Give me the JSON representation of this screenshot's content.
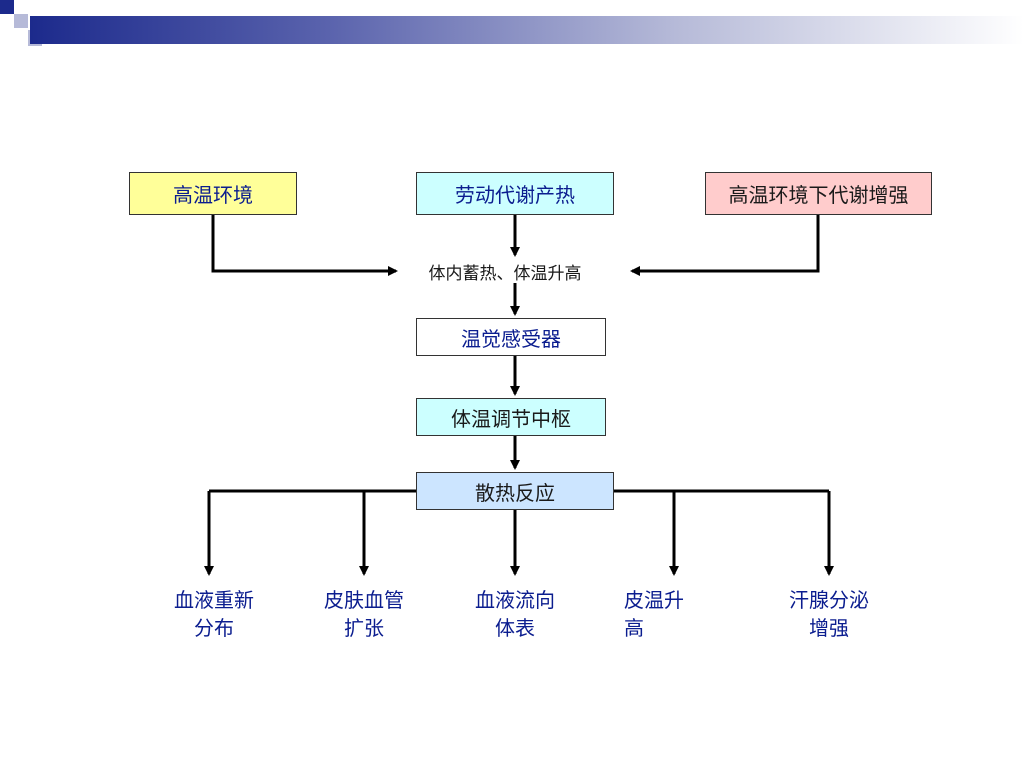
{
  "nodes": {
    "high_temp_env": "高温环境",
    "labor_metabolism": "劳动代谢产热",
    "metabolism_increase": "高温环境下代谢增强",
    "heat_storage": "体内蓄热、体温升高",
    "thermoreceptor": "温觉感受器",
    "thermo_center": "体温调节中枢",
    "heat_dissipation": "散热反应"
  },
  "responses": [
    {
      "line1": "血液重新",
      "line2": "分布"
    },
    {
      "line1": "皮肤血管",
      "line2": "扩张"
    },
    {
      "line1": "血液流向",
      "line2": "体表"
    },
    {
      "line1": "皮温升",
      "line2": "高"
    },
    {
      "line1": "汗腺分泌",
      "line2": "增强"
    }
  ],
  "colors": {
    "yellow_fill": "#ffff99",
    "cyan_fill": "#ccffff",
    "pink_fill": "#ffcccc",
    "light_blue_fill": "#cce5ff",
    "text_blue": "#0b1d8f"
  }
}
